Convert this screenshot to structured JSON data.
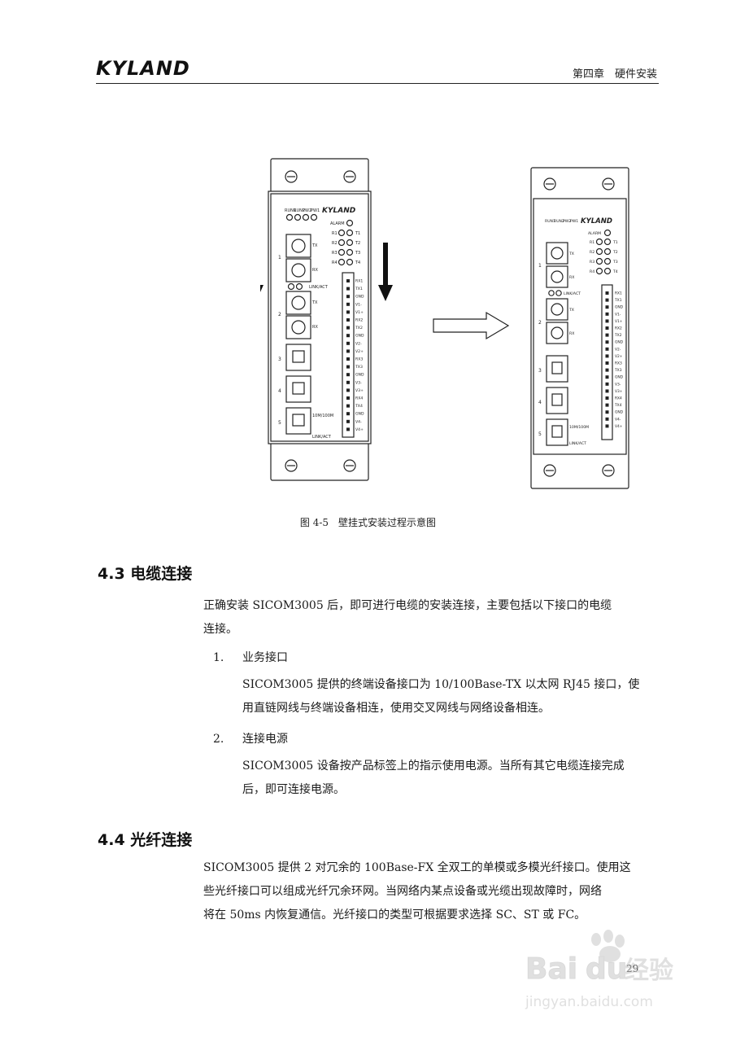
{
  "header": {
    "logo": "KYLAND",
    "chapter": "第四章　硬件安装"
  },
  "figure": {
    "caption": "图 4-5　壁挂式安装过程示意图",
    "device": {
      "logo": "KYLAND",
      "top_leds": [
        "RUN1",
        "RUN2",
        "PW2",
        "PW1"
      ],
      "alarm": "ALARM",
      "relay_leds": [
        "R1",
        "R2",
        "R3",
        "R4"
      ],
      "tx_leds": [
        "T1",
        "T2",
        "T3",
        "T4"
      ],
      "port1": "1",
      "port2": "2",
      "port3": "3",
      "port4": "4",
      "port5": "5",
      "tx": "TX",
      "rx": "RX",
      "link_act": "LINK/ACT",
      "speed": "10M/100M",
      "terminals": [
        "RX1",
        "TX1",
        "GND",
        "V1-",
        "V1+",
        "RX2",
        "TX2",
        "GND",
        "V2-",
        "V2+",
        "RX3",
        "TX3",
        "GND",
        "V3-",
        "V3+",
        "RX4",
        "TX4",
        "GND",
        "V4-",
        "V4+"
      ]
    }
  },
  "section_43": {
    "heading": "4.3 电缆连接",
    "intro_line1": "正确安装  SICOM3005  后，即可进行电缆的安装连接，主要包括以下接口的电缆",
    "intro_line2": "连接。",
    "item1_num": "1.",
    "item1_title": "业务接口",
    "item1_line1": "SICOM3005 提供的终端设备接口为 10/100Base-TX 以太网 RJ45 接口，使",
    "item1_line2": "用直链网线与终端设备相连，使用交叉网线与网络设备相连。",
    "item2_num": "2.",
    "item2_title": "连接电源",
    "item2_line1": "SICOM3005 设备按产品标签上的指示使用电源。当所有其它电缆连接完成",
    "item2_line2": "后，即可连接电源。"
  },
  "section_44": {
    "heading": "4.4 光纤连接",
    "line1": "SICOM3005 提供 2 对冗余的 100Base-FX 全双工的单模或多模光纤接口。使用这",
    "line2": "些光纤接口可以组成光纤冗余环网。当网络内某点设备或光缆出现故障时，网络",
    "line3": "将在 50ms 内恢复通信。光纤接口的类型可根据要求选择 SC、ST 或 FC。"
  },
  "page_number": "29",
  "watermark": {
    "brand": "Bai",
    "brand2": "du",
    "suffix": "经验",
    "url": "jingyan.baidu.com"
  },
  "colors": {
    "ink": "#1a1a1a",
    "watermark": "#c8c8c8"
  }
}
